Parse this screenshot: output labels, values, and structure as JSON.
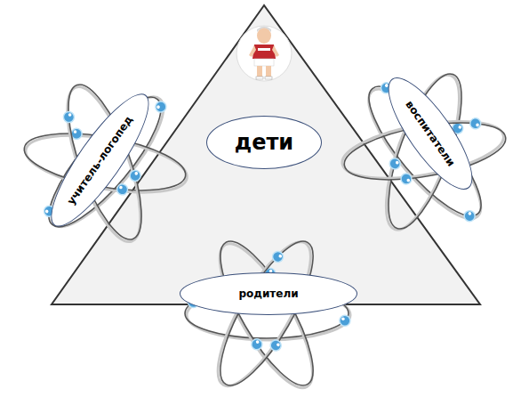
{
  "diagram": {
    "nodes": [
      {
        "text": [
          "дети"
        ]
      },
      {
        "text": [
          "учитель-логопед"
        ]
      },
      {
        "text": [
          "воспитатели"
        ]
      },
      {
        "text": [
          "родители"
        ]
      }
    ]
  }
}
